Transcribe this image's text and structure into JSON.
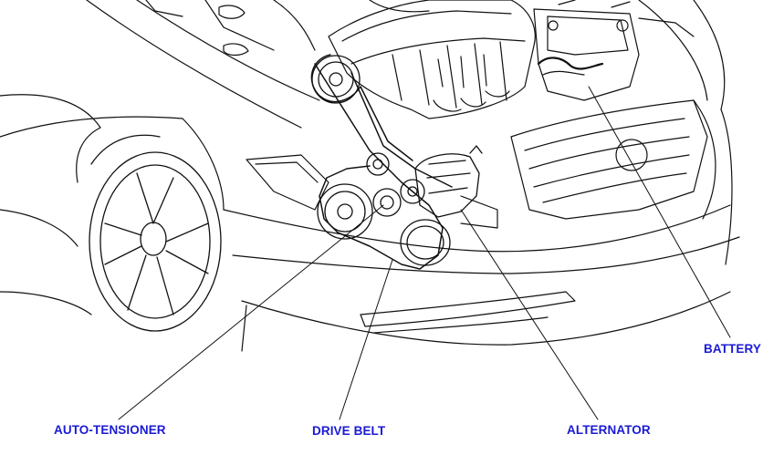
{
  "diagram": {
    "callouts": {
      "battery": "BATTERY",
      "auto_tensioner": "AUTO-TENSIONER",
      "drive_belt": "DRIVE BELT",
      "alternator": "ALTERNATOR"
    }
  },
  "colors": {
    "label": "#1a1ad6",
    "line": "#111111",
    "background": "#ffffff"
  }
}
